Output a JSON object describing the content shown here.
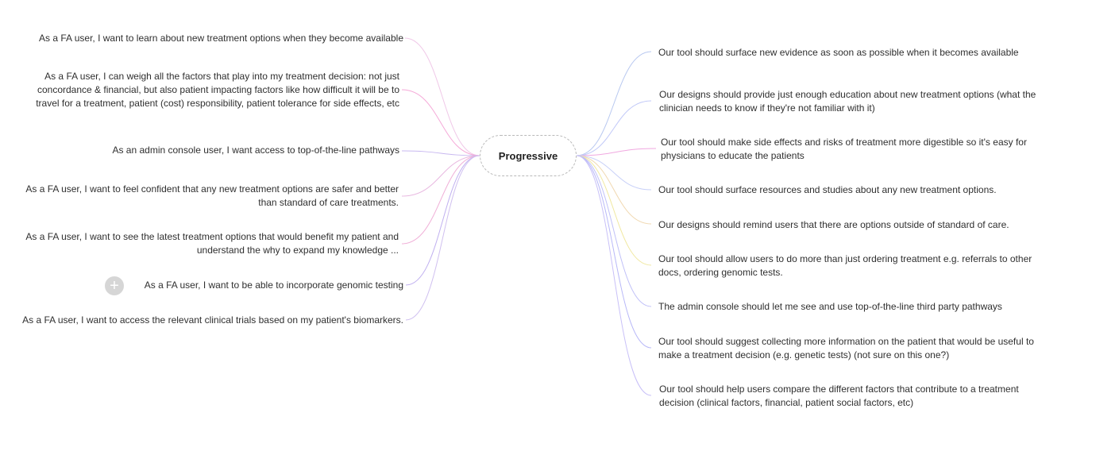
{
  "center": {
    "label": "Progressive"
  },
  "left_nodes": [
    {
      "text": "As a  FA  user, I want to learn about new treatment options when they become available",
      "color": "#f0c8e8"
    },
    {
      "text": "As a FA  user, I can weigh all the factors that  play into my treatment decision: not just concordance & financial, but also patient  impacting factors like  how difficult it will be to travel for a treatment, patient (cost) responsibility, patient tolerance for side effects, etc",
      "color": "#f5a8d8"
    },
    {
      "text": "As an admin console user, I want access to top-of-the-line pathways",
      "color": "#c8b8f0"
    },
    {
      "text": "As a FA  user, I want to feel confident that any new treatment options are safer and better than standard of care treatments.",
      "color": "#e8b8e0"
    },
    {
      "text": "As a FA  user, I want to see the latest treatment options that would benefit my patient and understand the why to expand my knowledge  ...",
      "color": "#f0b0d8"
    },
    {
      "text": "As a FA user, I want to be able to incorporate genomic testing",
      "color": "#c0b0f0"
    },
    {
      "text": "As a FA user, I want to access the relevant clinical trials based on my patient's biomarkers.",
      "color": "#d0c0f0"
    }
  ],
  "right_nodes": [
    {
      "text": "Our tool should surface new evidence as soon as possible when it becomes available",
      "color": "#b8c8f0"
    },
    {
      "text": "Our designs should provide just enough education about new treatment options (what the clinician needs to know if they're not familiar with it)",
      "color": "#c0c8f8"
    },
    {
      "text": "Our tool should make side effects and risks of treatment more digestible so it's easy for physicians to educate the patients",
      "color": "#f0a8e0"
    },
    {
      "text": "Our tool should surface resources and studies about any new treatment options.",
      "color": "#c8d0f8"
    },
    {
      "text": "Our designs should remind users that there are options outside of standard of care.",
      "color": "#f0d8b0"
    },
    {
      "text": "Our tool should allow users to do more than just ordering treatment e.g. referrals to other docs, ordering genomic tests.",
      "color": "#f0e8a0"
    },
    {
      "text": "The admin console should let me see and use top-of-the-line third party pathways",
      "color": "#c0c0f8"
    },
    {
      "text": "Our tool should suggest collecting more information on the patient that would be useful to make a treatment decision (e.g. genetic tests)  (not sure on this one?)",
      "color": "#b8b8f8"
    },
    {
      "text": "Our tool should help users compare the different factors that contribute to a treatment decision (clinical factors, financial, patient social factors, etc)",
      "color": "#c8c0f8"
    }
  ],
  "add_button": {
    "symbol": "+"
  }
}
